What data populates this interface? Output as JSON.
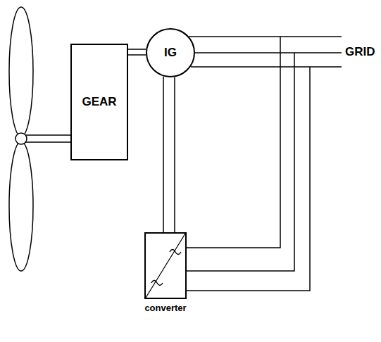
{
  "diagram": {
    "nodes": [
      {
        "text": [
          "GEAR"
        ]
      },
      {
        "text": [
          "IG"
        ]
      },
      {
        "text": [
          "converter"
        ]
      }
    ],
    "edges": [
      {
        "from": 0,
        "to": 1,
        "arrow": "none"
      },
      {
        "from": 1,
        "to": 2,
        "arrow": "none"
      }
    ],
    "labels": [
      "GRID"
    ]
  }
}
